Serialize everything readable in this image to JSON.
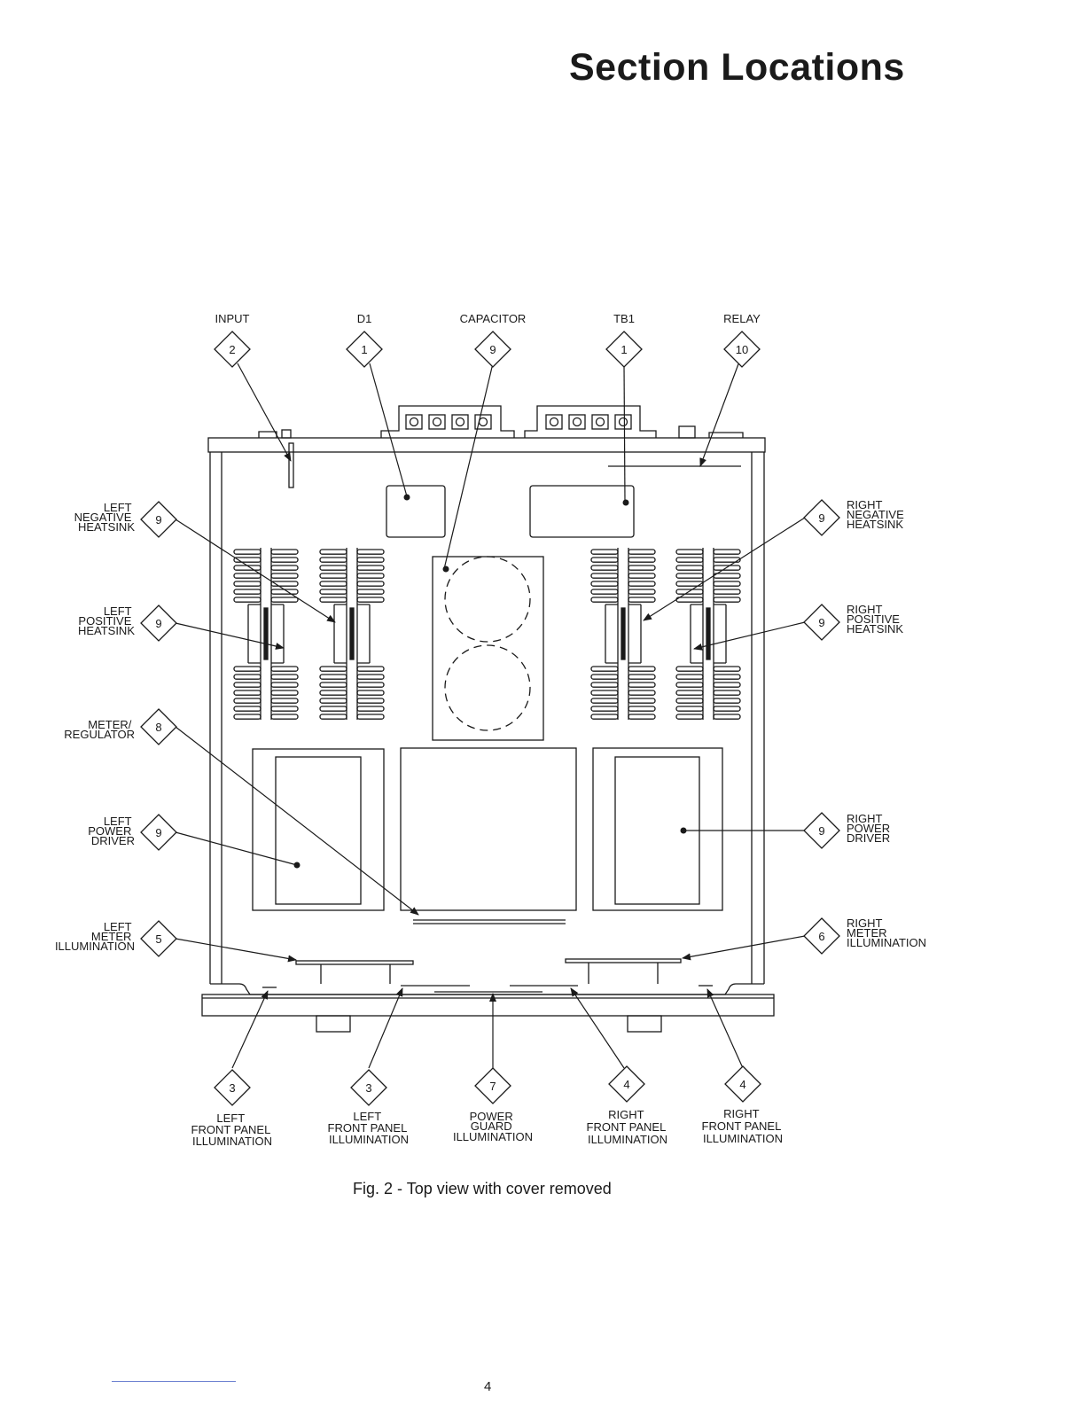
{
  "page": {
    "title": "Section Locations",
    "caption": "Fig. 2 - Top view with cover removed",
    "page_number": "4"
  },
  "callouts": {
    "input": {
      "number": "2",
      "label": [
        "INPUT"
      ]
    },
    "d1": {
      "number": "1",
      "label": [
        "D1"
      ]
    },
    "capacitor": {
      "number": "9",
      "label": [
        "CAPACITOR"
      ]
    },
    "tb1": {
      "number": "1",
      "label": [
        "TB1"
      ]
    },
    "relay": {
      "number": "10",
      "label": [
        "RELAY"
      ]
    },
    "left_negative_heatsink": {
      "number": "9",
      "label": [
        "LEFT",
        "NEGATIVE",
        "HEATSINK"
      ]
    },
    "left_positive_heatsink": {
      "number": "9",
      "label": [
        "LEFT",
        "POSITIVE",
        "HEATSINK"
      ]
    },
    "meter_regulator": {
      "number": "8",
      "label": [
        "METER/",
        "REGULATOR"
      ]
    },
    "left_power_driver": {
      "number": "9",
      "label": [
        "LEFT",
        "POWER",
        "DRIVER"
      ]
    },
    "left_meter_illumination": {
      "number": "5",
      "label": [
        "LEFT",
        "METER",
        "ILLUMINATION"
      ]
    },
    "right_negative_heatsink": {
      "number": "9",
      "label": [
        "RIGHT",
        "NEGATIVE",
        "HEATSINK"
      ]
    },
    "right_positive_heatsink": {
      "number": "9",
      "label": [
        "RIGHT",
        "POSITIVE",
        "HEATSINK"
      ]
    },
    "right_power_driver": {
      "number": "9",
      "label": [
        "RIGHT",
        "POWER",
        "DRIVER"
      ]
    },
    "right_meter_illumination": {
      "number": "6",
      "label": [
        "RIGHT",
        "METER",
        "ILLUMINATION"
      ]
    },
    "left_front_panel_illumination_a": {
      "number": "3",
      "label": [
        "LEFT",
        "FRONT PANEL",
        "ILLUMINATION"
      ]
    },
    "left_front_panel_illumination_b": {
      "number": "3",
      "label": [
        "LEFT",
        "FRONT PANEL",
        "ILLUMINATION"
      ]
    },
    "power_guard_illumination": {
      "number": "7",
      "label": [
        "POWER",
        "GUARD",
        "ILLUMINATION"
      ]
    },
    "right_front_panel_illumination_a": {
      "number": "4",
      "label": [
        "RIGHT",
        "FRONT PANEL",
        "ILLUMINATION"
      ]
    },
    "right_front_panel_illumination_b": {
      "number": "4",
      "label": [
        "RIGHT",
        "FRONT PANEL",
        "ILLUMINATION"
      ]
    }
  }
}
